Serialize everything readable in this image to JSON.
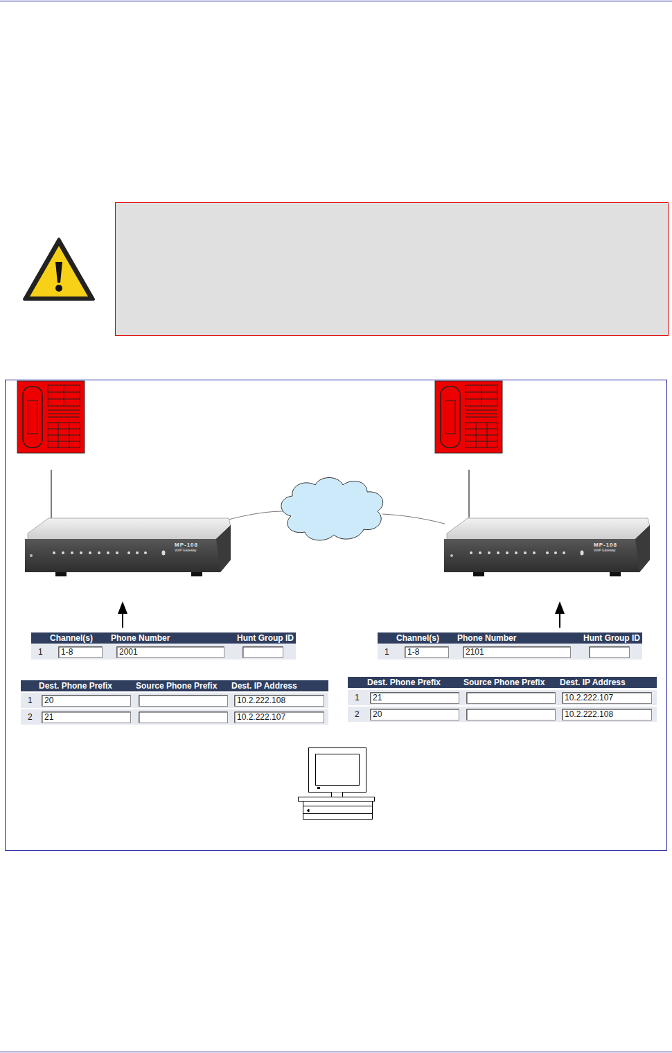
{
  "diagram": {
    "nodes": [
      {
        "text": [
          "MP-108",
          "VoIP Gateway"
        ]
      },
      {
        "text": [
          "MP-108",
          "VoIP Gateway"
        ]
      }
    ],
    "labels": [
      "Channel(s)",
      "Phone Number",
      "Hunt Group ID",
      "1",
      "1-8",
      "2001",
      "Dest. Phone Prefix",
      "Source Phone Prefix",
      "Dest. IP Address",
      "1",
      "20",
      "10.2.222.108",
      "2",
      "21",
      "10.2.222.107",
      "Channel(s)",
      "Phone Number",
      "Hunt Group ID",
      "1",
      "1-8",
      "2101",
      "Dest. Phone Prefix",
      "Source Phone Prefix",
      "Dest. IP Address",
      "1",
      "21",
      "10.2.222.107",
      "2",
      "20",
      "10.2.222.108"
    ]
  }
}
